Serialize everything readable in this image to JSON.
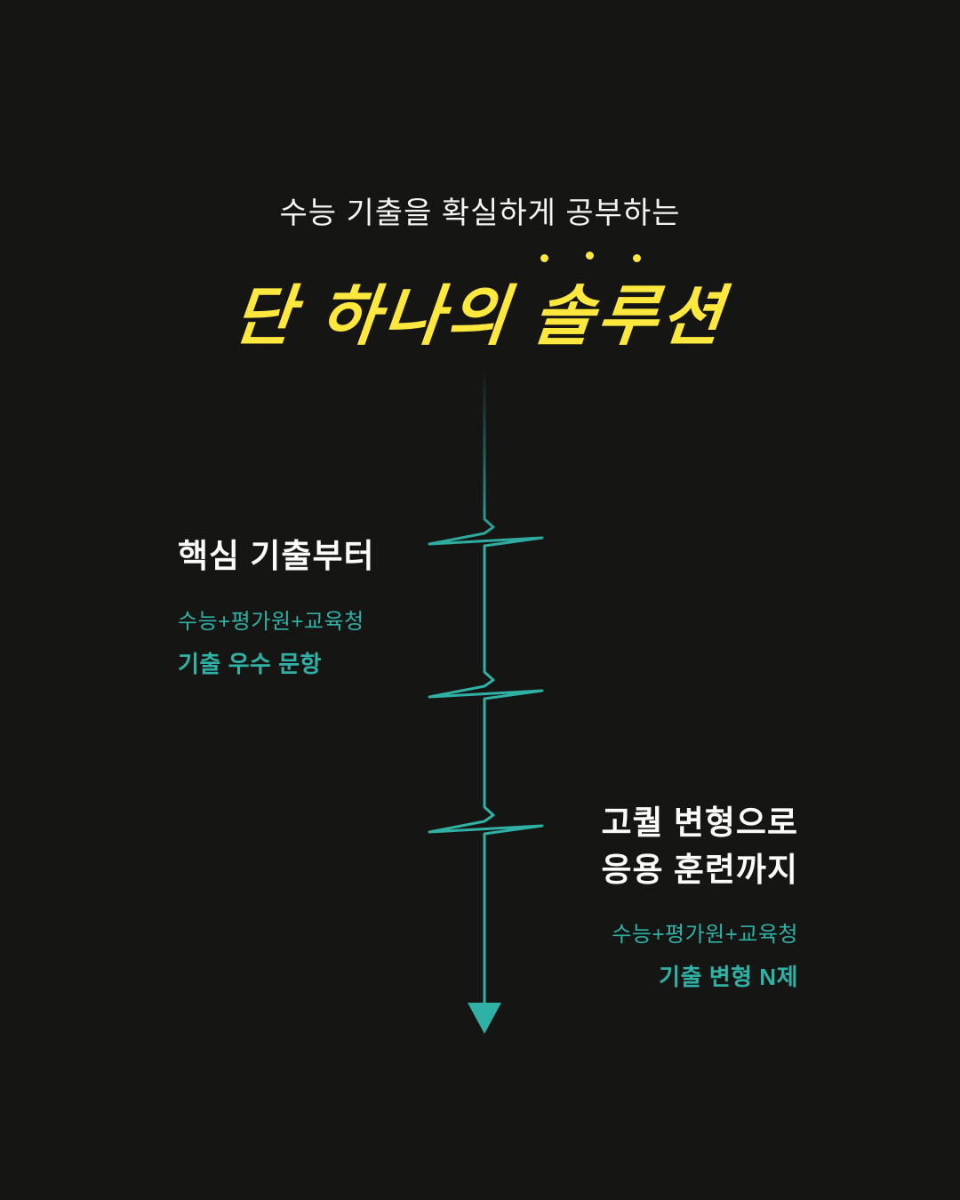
{
  "poster": {
    "eyebrow": "수능 기출을 확실하게 공부하는",
    "title": "단 하나의 솔루션",
    "colors": {
      "background": "#151514",
      "accent_yellow": "#ffe83d",
      "accent_teal": "#2fb1a5",
      "text_white": "#f4f4f1"
    },
    "stage_left": {
      "heading": "핵심 기출부터",
      "source": "수능+평가원+교육청",
      "detail": "기출 우수 문항"
    },
    "stage_right": {
      "heading_line1": "고퀄 변형으로",
      "heading_line2": "응용 훈련까지",
      "source": "수능+평가원+교육청",
      "detail": "기출 변형 N제"
    }
  }
}
